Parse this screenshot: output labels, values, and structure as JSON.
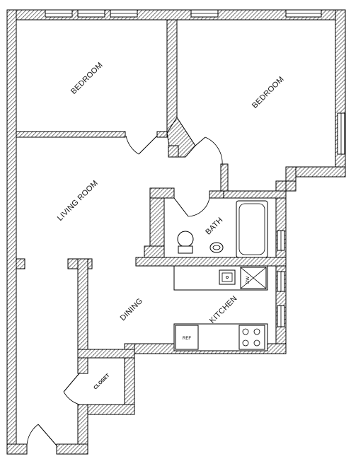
{
  "rooms": {
    "bedroom_left": "BEDROOM",
    "bedroom_right": "BEDROOM",
    "living_room": "LIVING ROOM",
    "bath": "BATH",
    "dining": "DINING",
    "kitchen": "KITCHEN",
    "closet": "CLOSET"
  },
  "fixtures": {
    "refrigerator": "REF",
    "dishwasher": "DW"
  }
}
